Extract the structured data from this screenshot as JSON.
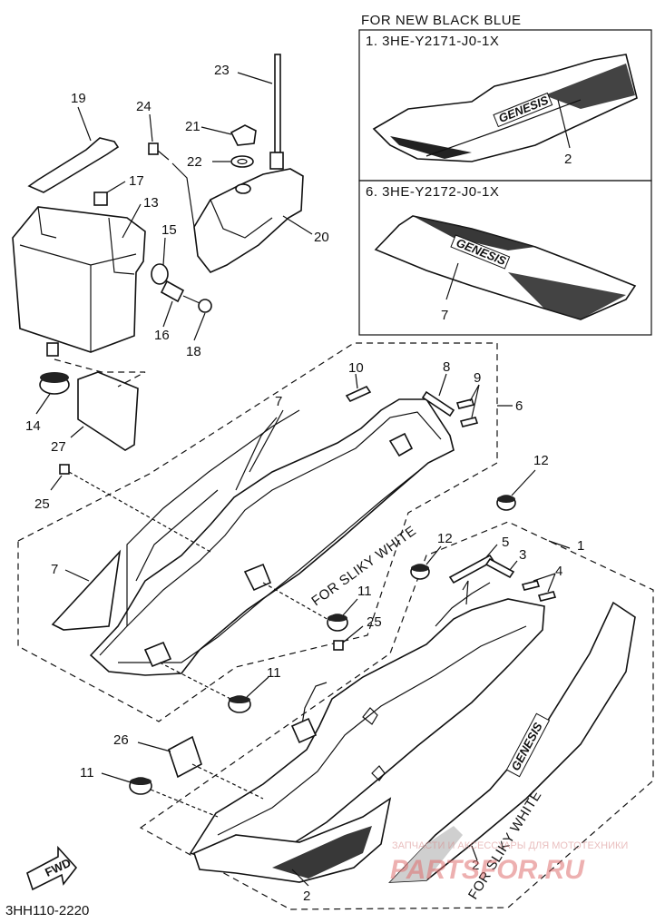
{
  "variant_header": "FOR NEW BLACK BLUE",
  "variants": [
    {
      "ref": "1. 3HE-Y2171-J0-1X",
      "callout": "2",
      "logo": "GENESIS"
    },
    {
      "ref": "6. 3HE-Y2172-J0-1X",
      "callout": "7",
      "logo": "GENESIS"
    }
  ],
  "color_notes": {
    "upper": "FOR SLIKY WHITE",
    "lower": "FOR SLIKY WHITE"
  },
  "parts": {
    "p1": "1",
    "p2a": "2",
    "p2b": "2",
    "p3": "3",
    "p4": "4",
    "p5": "5",
    "p6": "6",
    "p7a": "7",
    "p7b": "7",
    "p8": "8",
    "p9": "9",
    "p10": "10",
    "p11a": "11",
    "p11b": "11",
    "p11c": "11",
    "p12a": "12",
    "p12b": "12",
    "p13": "13",
    "p14": "14",
    "p15": "15",
    "p16": "16",
    "p17": "17",
    "p18": "18",
    "p19": "19",
    "p20": "20",
    "p21": "21",
    "p22": "22",
    "p23": "23",
    "p24": "24",
    "p25a": "25",
    "p25b": "25",
    "p26": "26",
    "p27": "27"
  },
  "decal_logo": "GENESIS",
  "fwd_label": "FWD",
  "diagram_code": "3HH110-2220",
  "watermark": {
    "line1": "ЗАПЧАСТИ И АКСЕССУАРЫ ДЛЯ МОТОТЕХНИКИ",
    "line2": "PARTSFOR.RU"
  }
}
